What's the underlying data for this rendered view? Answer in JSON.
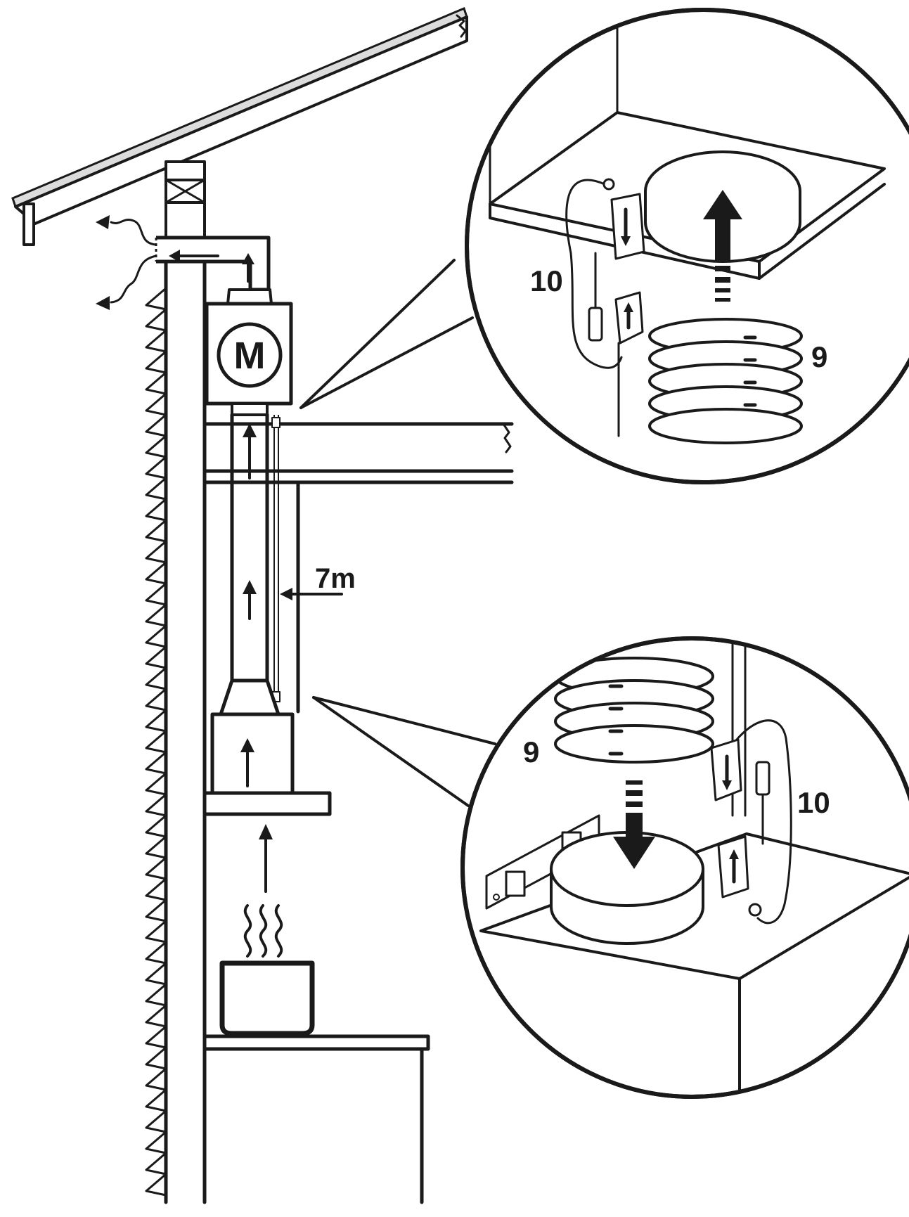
{
  "motor_label": "M",
  "cable_length_label": "7m",
  "detail_top": {
    "duct_part_number": "9",
    "clamp_part_number": "10"
  },
  "detail_bottom": {
    "duct_part_number": "9",
    "clamp_part_number": "10"
  },
  "colors": {
    "line": "#1a1a1a",
    "background": "#ffffff"
  }
}
